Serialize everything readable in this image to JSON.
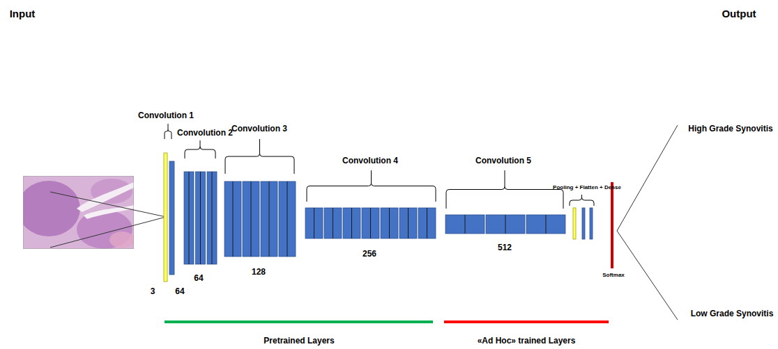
{
  "diagram": {
    "labels": [
      "Input",
      "Output",
      "Convolution 1",
      "Convolution 2",
      "Convolution 3",
      "Convolution 4",
      "Convolution 5",
      "Pooling + Flatten + Dense",
      "High Grade Synovitis",
      "64",
      "128",
      "256",
      "512",
      "Softmax",
      "3",
      "64",
      "Low Grade Synovitis",
      "Pretrained Layers",
      "«Ad Hoc» trained Layers"
    ]
  }
}
